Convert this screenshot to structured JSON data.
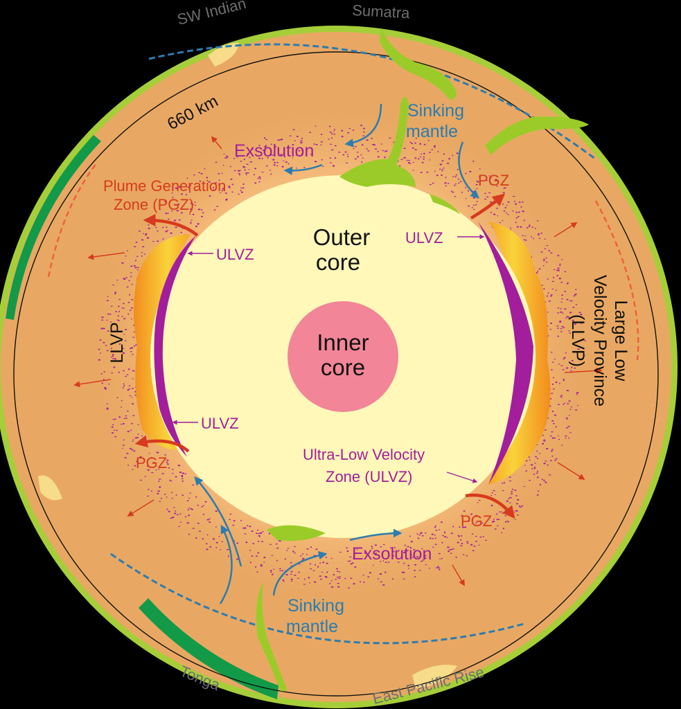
{
  "labels": {
    "inner_core": [
      "Inner",
      "core"
    ],
    "outer_core": [
      "Outer",
      "core"
    ],
    "depth_660": "660 km",
    "sinking_mantle_top": [
      "Sinking",
      "mantle"
    ],
    "sinking_mantle_bottom": [
      "Sinking",
      "mantle"
    ],
    "exsolution_top": "Exsolution",
    "exsolution_bottom": "Exsolution",
    "pgz_full": [
      "Plume Generation",
      "Zone (PGZ)"
    ],
    "pgz": "PGZ",
    "ulvz": "ULVZ",
    "ulvz_full": [
      "Ultra-Low Velocity",
      "Zone (ULVZ)"
    ],
    "llvp_left": "LLVP",
    "llvp_right": [
      "Large Low",
      "Velocity Province",
      "(LLVP)"
    ],
    "surface_sumatra": "Sumatra",
    "surface_indian": "SW Indian",
    "surface_epr": "East Pacific Rise",
    "surface_bottom_left": "Tonga"
  },
  "colors": {
    "background": "#000000",
    "mantle": "#E8A863",
    "crust_rim": "#A6CE39",
    "slab": "#9BCB28",
    "plate_dark": "#129A48",
    "outer_core": "#FFF8B9",
    "inner_core": "#F28597",
    "llvp": "#F6A524",
    "ulvz": "#A31E9C",
    "exsolution": "#A31E9C",
    "pgz": "#D73A1E",
    "sinking": "#2B7CB0",
    "text_dark": "#111111",
    "label_gray": "#6e6e6e"
  }
}
